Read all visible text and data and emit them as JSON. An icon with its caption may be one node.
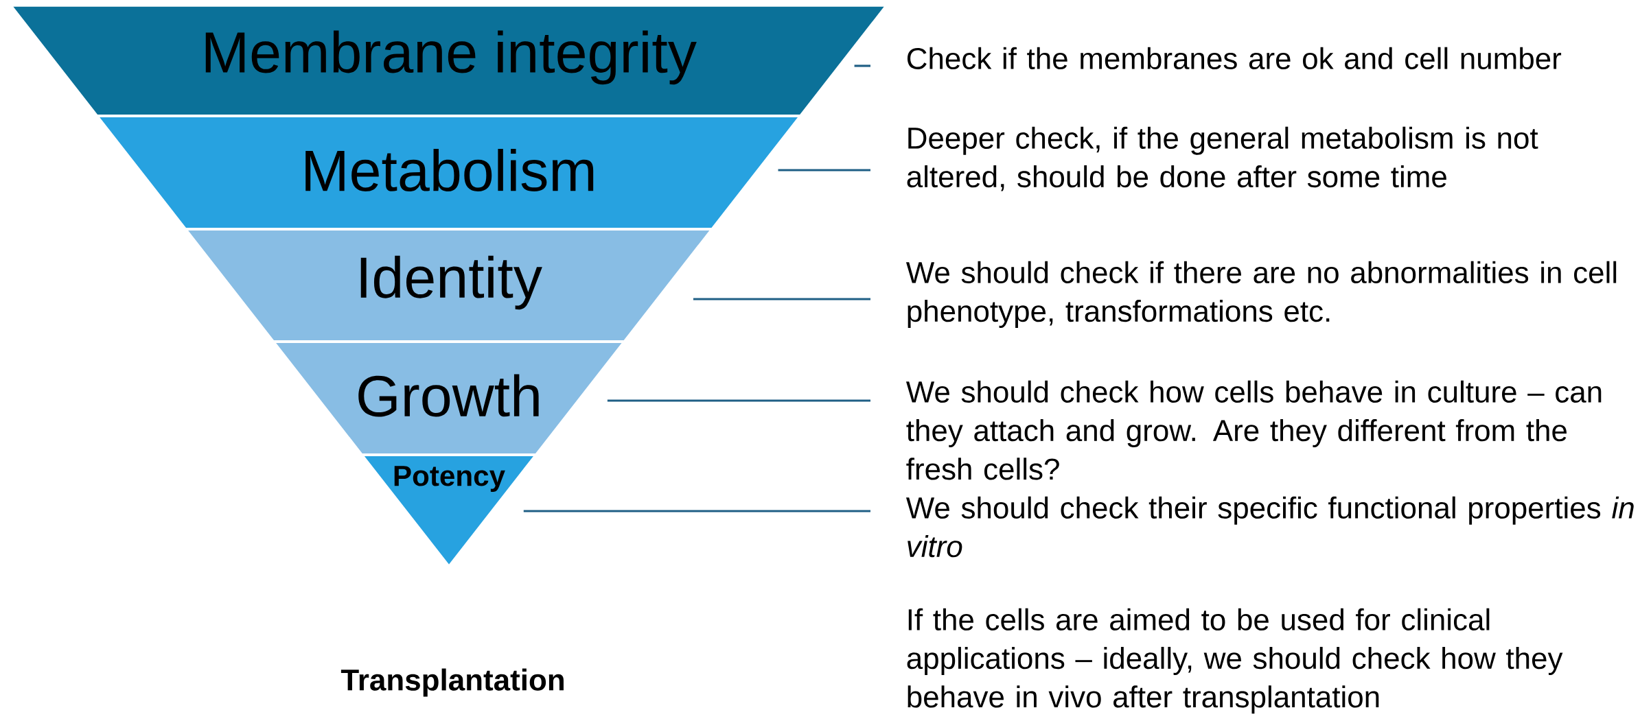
{
  "diagram": {
    "nodes": [
      {
        "text": [
          "Membrane integrity"
        ]
      },
      {
        "text": [
          "Metabolism"
        ]
      },
      {
        "text": [
          "Identity"
        ]
      },
      {
        "text": [
          "Growth"
        ]
      },
      {
        "text": [
          "Potency"
        ]
      },
      {
        "text": [
          "Check if the membranes are ok and cell number"
        ]
      },
      {
        "text": [
          "Deeper check, if the general metabolism is not altered, should be done after some time"
        ]
      },
      {
        "text": [
          "We should check if there are no abnormalities in cell phenotype, transformations etc."
        ]
      },
      {
        "text": [
          "We should check how cells behave in culture – can they attach and grow. Are they different from the fresh cells?"
        ]
      },
      {
        "text": [
          "We should check their specific functional properties *in vitro*"
        ]
      }
    ],
    "edges": [
      {
        "from": 5,
        "to": 0,
        "arrow": "none"
      },
      {
        "from": 6,
        "to": 1,
        "arrow": "none"
      },
      {
        "from": 7,
        "to": 2,
        "arrow": "none"
      },
      {
        "from": 8,
        "to": 3,
        "arrow": "none"
      },
      {
        "from": 9,
        "to": 4,
        "arrow": "none"
      }
    ],
    "labels": [
      "Transplantation",
      "If the cells are aimed to be used for clinical applications – ideally, we should check how they behave in vivo after transplantation"
    ]
  }
}
